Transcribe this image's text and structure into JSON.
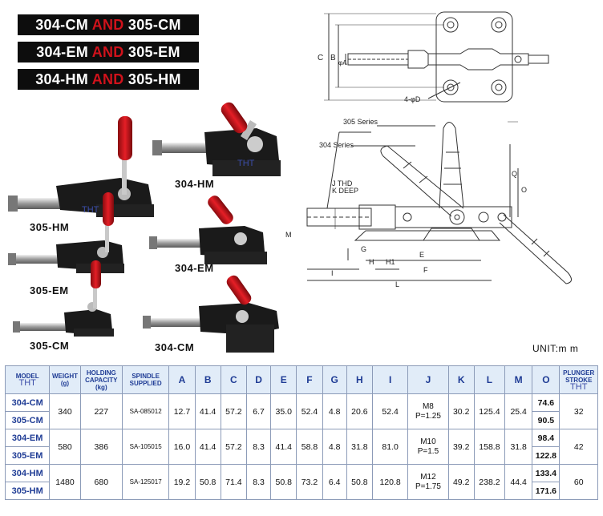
{
  "titles": [
    {
      "left": "304-CM",
      "and": "AND",
      "right": "305-CM"
    },
    {
      "left": "304-EM",
      "and": "AND",
      "right": "305-EM"
    },
    {
      "left": "304-HM",
      "and": "AND",
      "right": "305-HM"
    }
  ],
  "photo_labels": {
    "m305hm": "305-HM",
    "m305em": "305-EM",
    "m305cm": "305-CM",
    "m304hm": "304-HM",
    "m304em": "304-EM",
    "m304cm": "304-CM"
  },
  "watermark": "THT",
  "drawing_labels": {
    "C": "C",
    "B": "B",
    "phiA": "φA",
    "holes": "4-φD",
    "series305": "305 Series",
    "series304": "304 Series",
    "j_thd": "J  THD",
    "k_deep": "K DEEP",
    "M": "M",
    "G": "G",
    "H": "H",
    "H1": "H1",
    "E": "E",
    "I": "I",
    "F": "F",
    "L": "L",
    "O": "O",
    "Q": "Q"
  },
  "unit": "UNIT:m m",
  "colors": {
    "title_bg": "#0d0d0d",
    "title_and": "#d0121b",
    "header_bg": "#e1ecf8",
    "header_text": "#1f3c95"
  },
  "table": {
    "headers": {
      "model": "MODEL",
      "model_wm": "THT",
      "weight": "WEIGHT",
      "weight_unit": "(g)",
      "holding": "HOLDING CAPACITY",
      "holding_unit": "(kg)",
      "spindle": "SPINDLE SUPPLIED",
      "A": "A",
      "B": "B",
      "C": "C",
      "D": "D",
      "E": "E",
      "F": "F",
      "G": "G",
      "H": "H",
      "I": "I",
      "J": "J",
      "K": "K",
      "L": "L",
      "M": "M",
      "O": "O",
      "stroke": "PLUNGER STROKE",
      "stroke_wm": "THT"
    },
    "groups": [
      {
        "model_top": "304-CM",
        "model_bottom": "305-CM",
        "weight": "340",
        "holding": "227",
        "spindle": "SA-085012",
        "A": "12.7",
        "B": "41.4",
        "C": "57.2",
        "D": "6.7",
        "E": "35.0",
        "F": "52.4",
        "G": "4.8",
        "H": "20.6",
        "I": "52.4",
        "J1": "M8",
        "J2": "P=1.25",
        "K": "30.2",
        "L": "125.4",
        "M": "25.4",
        "O_top": "74.6",
        "O_bottom": "90.5",
        "stroke": "32"
      },
      {
        "model_top": "304-EM",
        "model_bottom": "305-EM",
        "weight": "580",
        "holding": "386",
        "spindle": "SA-105015",
        "A": "16.0",
        "B": "41.4",
        "C": "57.2",
        "D": "8.3",
        "E": "41.4",
        "F": "58.8",
        "G": "4.8",
        "H": "31.8",
        "I": "81.0",
        "J1": "M10",
        "J2": "P=1.5",
        "K": "39.2",
        "L": "158.8",
        "M": "31.8",
        "O_top": "98.4",
        "O_bottom": "122.8",
        "stroke": "42"
      },
      {
        "model_top": "304-HM",
        "model_bottom": "305-HM",
        "weight": "1480",
        "holding": "680",
        "spindle": "SA-125017",
        "A": "19.2",
        "B": "50.8",
        "C": "71.4",
        "D": "8.3",
        "E": "50.8",
        "F": "73.2",
        "G": "6.4",
        "H": "50.8",
        "I": "120.8",
        "J1": "M12",
        "J2": "P=1.75",
        "K": "49.2",
        "L": "238.2",
        "M": "44.4",
        "O_top": "133.4",
        "O_bottom": "171.6",
        "stroke": "60"
      }
    ]
  }
}
